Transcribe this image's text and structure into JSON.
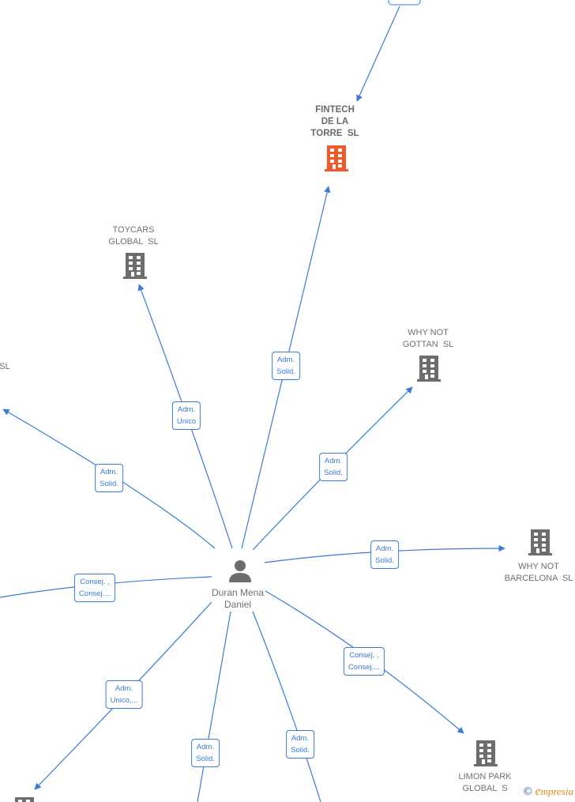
{
  "colors": {
    "edge": "#3a7bd5",
    "company_icon": "#6d6d6d",
    "focus_icon": "#f05a2a",
    "label_text": "#707070"
  },
  "center": {
    "name": "Duran Mena\nDaniel",
    "icon": "person-icon"
  },
  "companies": [
    {
      "id": "fintech",
      "name": "FINTECH\nDE LA\nTORRE  SL",
      "focus": true,
      "icon": "building-icon"
    },
    {
      "id": "toycars",
      "name": "TOYCARS\nGLOBAL  SL",
      "icon": "building-icon"
    },
    {
      "id": "whynot_gottan",
      "name": "WHY NOT\nGOTTAN  SL",
      "icon": "building-icon"
    },
    {
      "id": "whynot_barcelona",
      "name": "WHY NOT\nBARCELONA  SL",
      "icon": "building-icon"
    },
    {
      "id": "limon_park",
      "name": "LIMON PARK\nGLOBAL  S",
      "icon": "building-icon"
    },
    {
      "id": "left_sl",
      "name": "SL",
      "icon": "building-icon"
    }
  ],
  "edges": [
    {
      "to": "top-offscreen",
      "label": ""
    },
    {
      "to": "fintech",
      "label": "Adm.\nSolid."
    },
    {
      "to": "toycars",
      "label": "Adm.\nUnico"
    },
    {
      "to": "whynot_gottan",
      "label": "Adm.\nSolid."
    },
    {
      "to": "whynot_barcelona",
      "label": "Adm.\nSolid."
    },
    {
      "to": "left_sl",
      "label": "Adm.\nSolid."
    },
    {
      "to": "left-offscreen",
      "label": "Consej. ,\nConsej...."
    },
    {
      "to": "limon_park",
      "label": "Consej. ,\nConsej...."
    },
    {
      "to": "bottom-left",
      "label": "Adm.\nUnico,..."
    },
    {
      "to": "bottom-1",
      "label": "Adm.\nSolid."
    },
    {
      "to": "bottom-2",
      "label": "Adm.\nSolid."
    }
  ],
  "watermark": {
    "copyright": "©",
    "brand_initial": "e",
    "brand_rest": "mpresia"
  }
}
